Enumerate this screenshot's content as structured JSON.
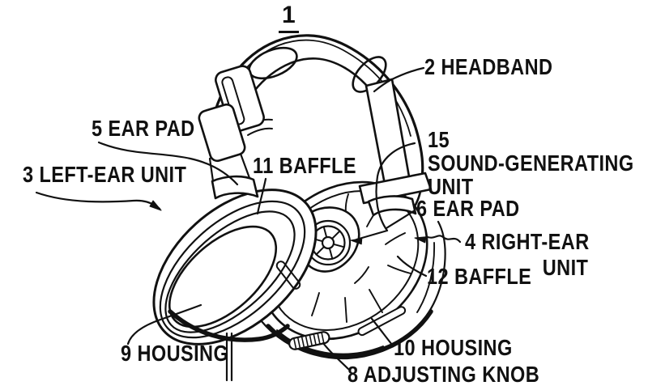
{
  "figure": {
    "number": "1"
  },
  "labels": {
    "headband": "2 HEADBAND",
    "left_ear_pad": "5 EAR PAD",
    "left_ear_unit": "3 LEFT-EAR UNIT",
    "left_baffle": "11 BAFFLE",
    "sound_generating_unit": {
      "num": "15",
      "line1": "SOUND-GENERATING",
      "line2": "UNIT"
    },
    "right_ear_pad": "6 EAR PAD",
    "right_ear_unit": {
      "line1": "4 RIGHT-EAR",
      "line2": "UNIT"
    },
    "right_baffle": "12 BAFFLE",
    "right_housing": "10 HOUSING",
    "adjusting_knob": "8 ADJUSTING KNOB",
    "left_housing": "9 HOUSING"
  },
  "colors": {
    "ink": "#111111",
    "paper": "#ffffff"
  }
}
